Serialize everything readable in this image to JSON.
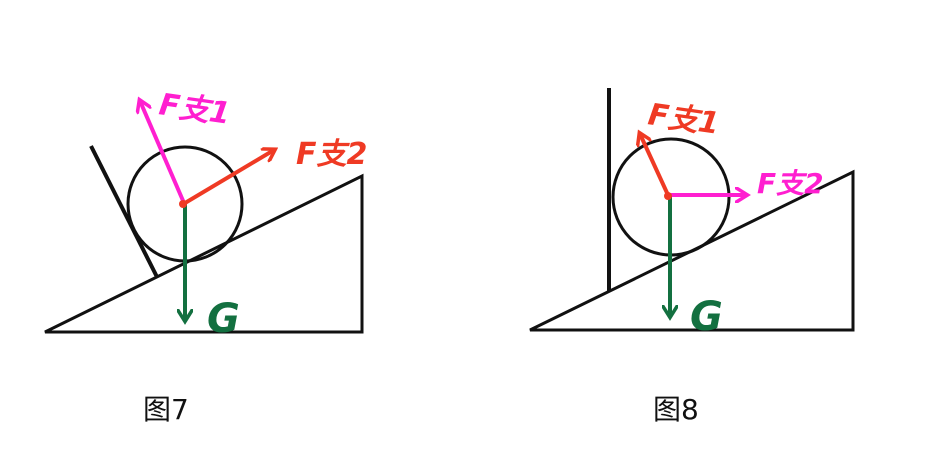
{
  "colors": {
    "outline": "#111111",
    "magenta": "#ff1fd0",
    "red": "#ef3a24",
    "green": "#137040"
  },
  "figures": [
    {
      "caption": "图7",
      "labels": {
        "f1": "F支1",
        "f2": "F支2",
        "g": "G"
      },
      "description": "Ball on incline held by slanted board perpendicular to incline"
    },
    {
      "caption": "图8",
      "labels": {
        "f1": "F支1",
        "f2": "F支2",
        "g": "G"
      },
      "description": "Ball on incline held by vertical wall"
    }
  ]
}
